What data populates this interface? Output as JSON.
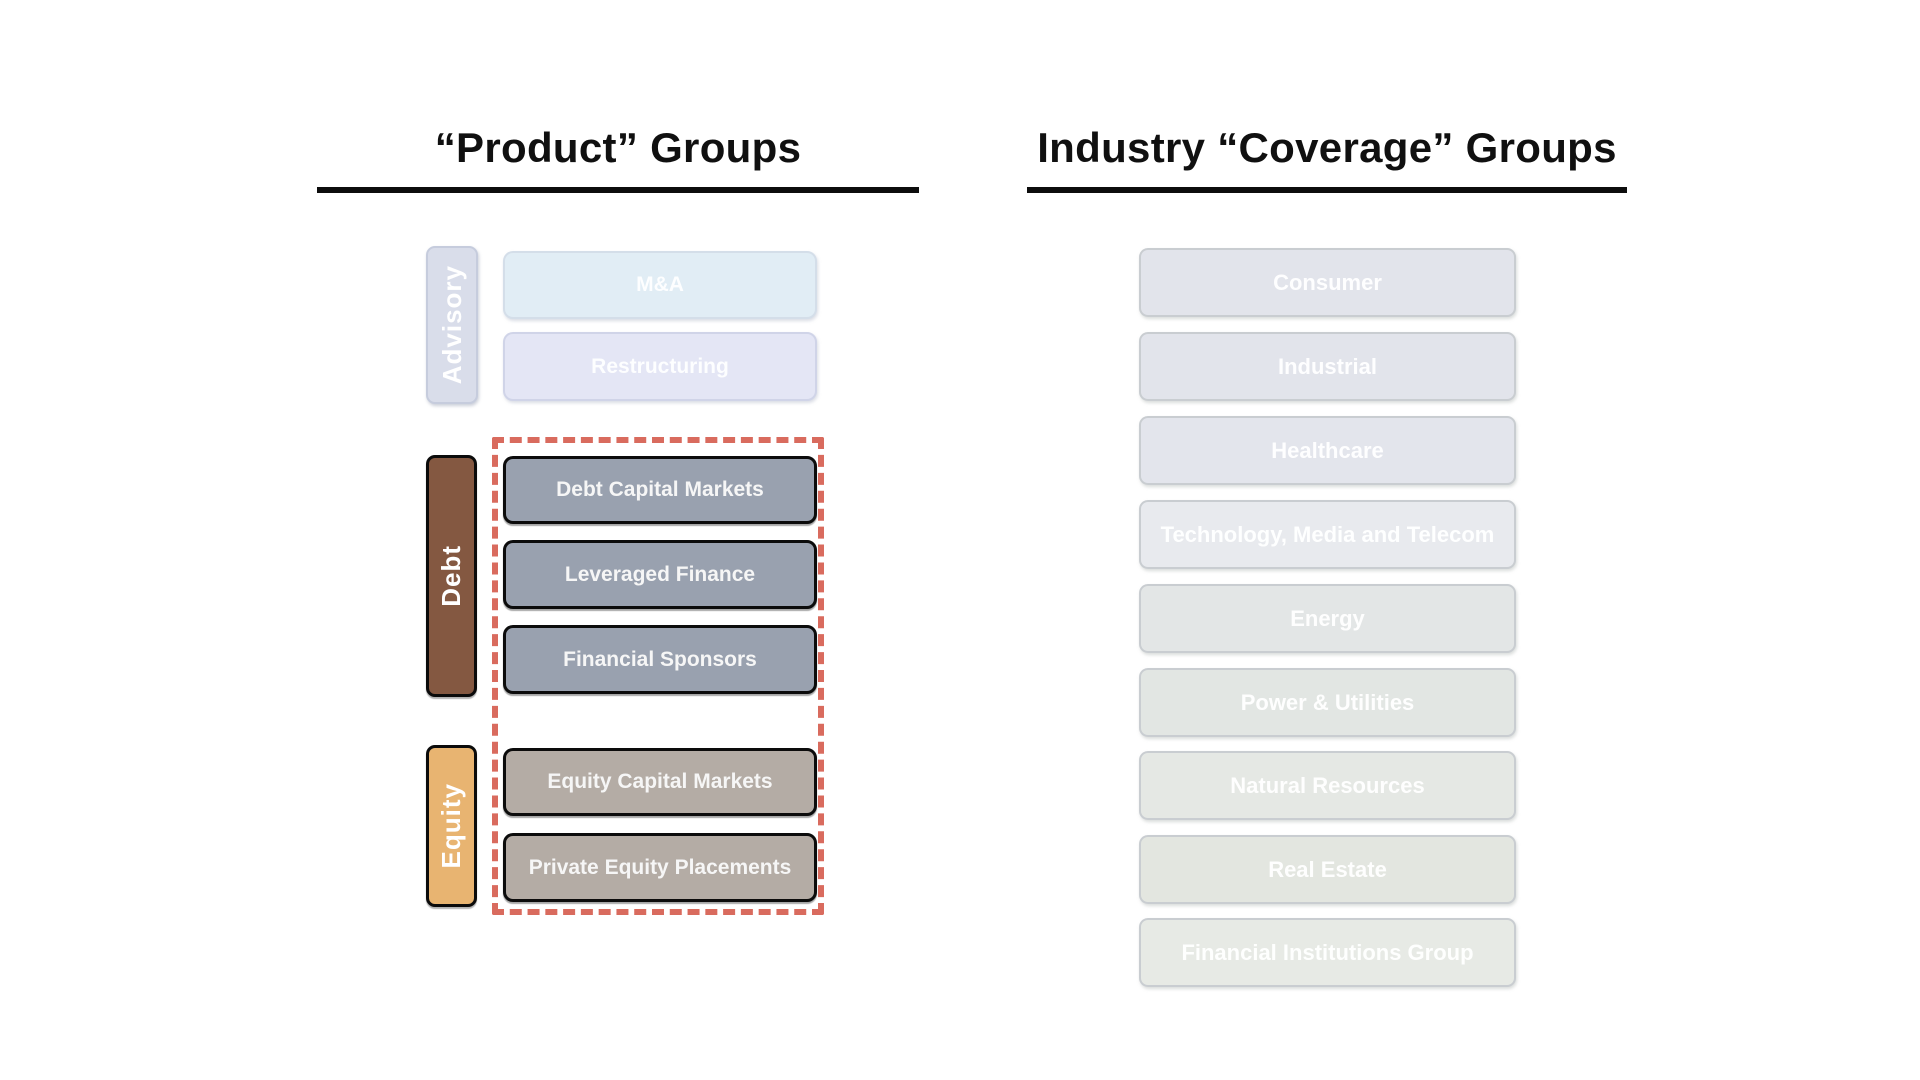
{
  "slide": {
    "background": "#ffffff",
    "highlight_border_color": "#d96b5e"
  },
  "left_column": {
    "title": "“Product” Groups",
    "advisory": {
      "label": "Advisory",
      "label_bg": "#d9ddea",
      "boxes": [
        {
          "label": "M&A",
          "bg": "#e1edf5",
          "border": "#d4dee9"
        },
        {
          "label": "Restructuring",
          "bg": "#e4e6f5",
          "border": "#d0d4e8"
        }
      ]
    },
    "debt": {
      "label": "Debt",
      "label_bg": "#845841",
      "box_bg": "#99a1af",
      "boxes": [
        {
          "label": "Debt Capital Markets"
        },
        {
          "label": "Leveraged Finance"
        },
        {
          "label": "Financial Sponsors"
        }
      ]
    },
    "equity": {
      "label": "Equity",
      "label_bg": "#e8b471",
      "box_bg": "#b4aca5",
      "boxes": [
        {
          "label": "Equity Capital Markets"
        },
        {
          "label": "Private Equity Placements"
        }
      ]
    }
  },
  "right_column": {
    "title": "Industry “Coverage” Groups",
    "boxes": [
      {
        "label": "Consumer",
        "bg": "#e2e4eb"
      },
      {
        "label": "Industrial",
        "bg": "#e2e4eb"
      },
      {
        "label": "Healthcare",
        "bg": "#e3e5ec"
      },
      {
        "label": "Technology, Media and Telecom",
        "bg": "#e8eaee"
      },
      {
        "label": "Energy",
        "bg": "#e3e6e6"
      },
      {
        "label": "Power & Utilities",
        "bg": "#e2e6e3"
      },
      {
        "label": "Natural Resources",
        "bg": "#e5e8e4"
      },
      {
        "label": "Real Estate",
        "bg": "#e3e6e0"
      },
      {
        "label": "Financial Institutions Group",
        "bg": "#e7eae5"
      }
    ]
  }
}
